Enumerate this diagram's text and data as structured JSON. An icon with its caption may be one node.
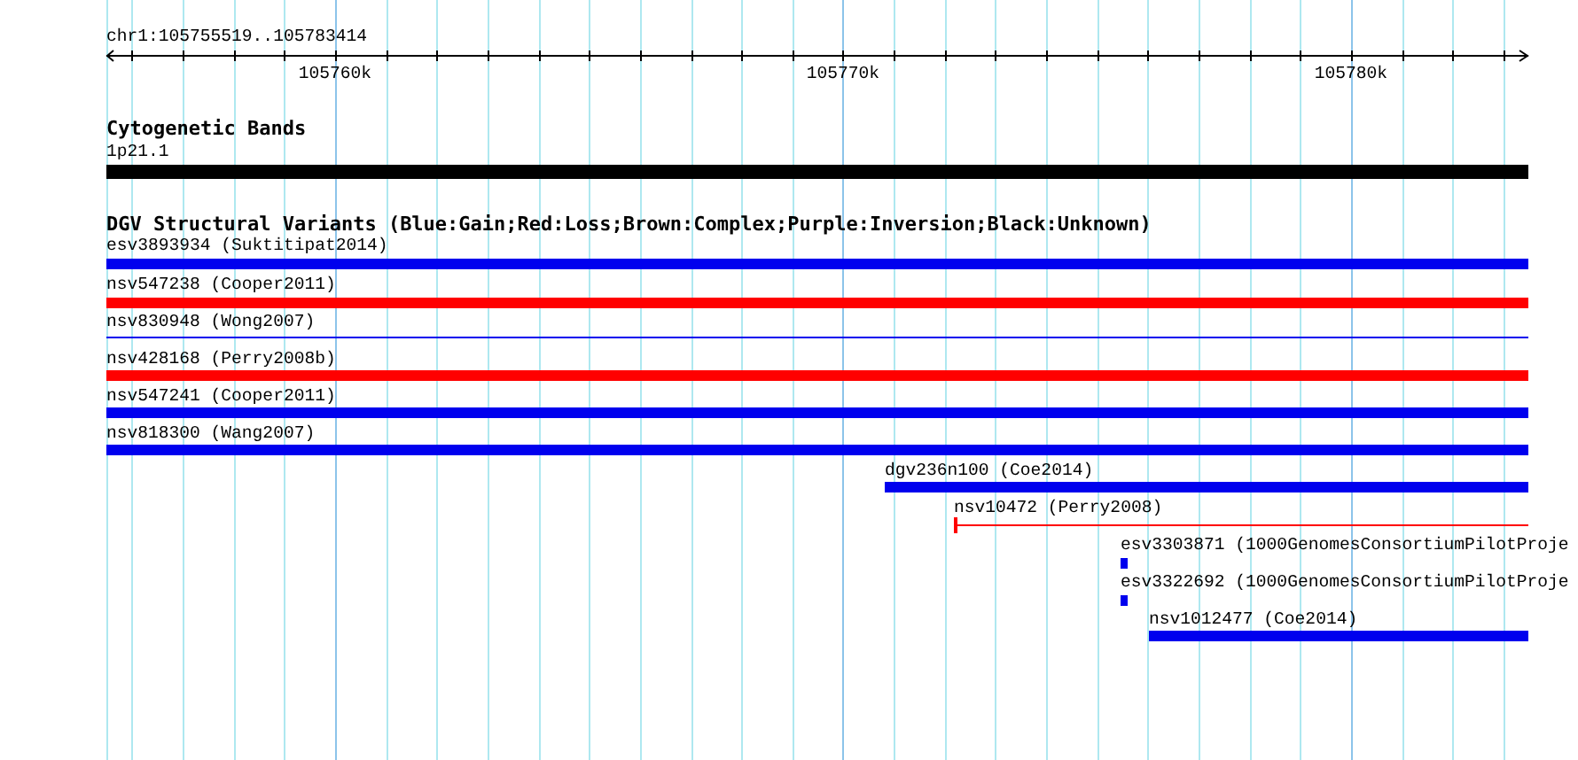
{
  "diagram": {
    "nodes": [
      {
        "text": [
          "1p21.1"
        ]
      },
      {
        "text": [
          "esv3893934 (Suktitipat2014)"
        ]
      },
      {
        "text": [
          "nsv547238 (Cooper2011)"
        ]
      },
      {
        "text": [
          "nsv830948 (Wong2007)"
        ]
      },
      {
        "text": [
          "nsv428168 (Perry2008b)"
        ]
      },
      {
        "text": [
          "nsv547241 (Cooper2011)"
        ]
      },
      {
        "text": [
          "nsv818300 (Wang2007)"
        ]
      },
      {
        "text": [
          "dgv236n100 (Coe2014)"
        ]
      },
      {
        "text": [
          "nsv10472 (Perry2008)"
        ]
      },
      {
        "text": [
          "esv3303871 (1000GenomesConsortiumPilotProje"
        ]
      },
      {
        "text": [
          "esv3322692 (1000GenomesConsortiumPilotProje"
        ]
      },
      {
        "text": [
          "nsv1012477 (Coe2014)"
        ]
      }
    ],
    "labels": [
      "chr1:105755519..105783414",
      "105760k",
      "105770k",
      "105780k",
      "Cytogenetic Bands",
      "DGV Structural Variants (Blue:Gain;Red:Loss;Brown:Complex;Purple:Inversion;Black:Unknown)"
    ]
  }
}
